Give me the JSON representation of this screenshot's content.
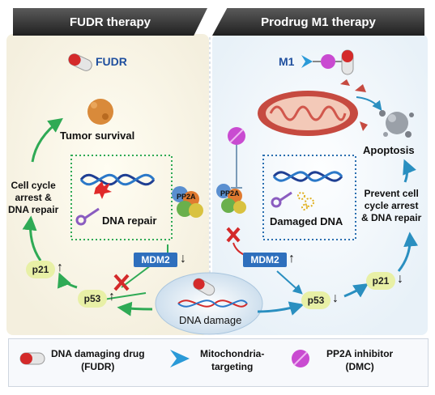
{
  "banners": {
    "left": "FUDR therapy",
    "right": "Prodrug M1 therapy"
  },
  "left_panel": {
    "drug_label": "FUDR",
    "tumor_survival": "Tumor survival",
    "cell_cycle": [
      "Cell cycle",
      "arrest &",
      "DNA repair"
    ],
    "dna_repair": "DNA repair",
    "pp2a": "PP2A",
    "mdm2": "MDM2",
    "mdm2_arrow": "↓",
    "p21": "p21",
    "p21_arrow": "↑",
    "p53": "p53",
    "p53_arrow": "↑"
  },
  "right_panel": {
    "drug_label": "M1",
    "apoptosis": "Apoptosis",
    "prevent": [
      "Prevent cell",
      "cycle arrest",
      "& DNA repair"
    ],
    "damaged_dna": "Damaged DNA",
    "pp2a": "PP2A",
    "mdm2": "MDM2",
    "mdm2_arrow": "↑",
    "p21": "p21",
    "p21_arrow": "↓",
    "p53": "p53",
    "p53_arrow": "↓"
  },
  "center": {
    "dna_damage": "DNA damage"
  },
  "legend": {
    "item1": [
      "DNA damaging drug",
      "(FUDR)"
    ],
    "item2": [
      "Mitochondria-",
      "targeting"
    ],
    "item3": [
      "PP2A inhibitor",
      "(DMC)"
    ]
  },
  "colors": {
    "red": "#d42a2a",
    "blue": "#2e6fbd",
    "green": "#2faa55",
    "teal": "#2a8fc0",
    "pill_yellow": "#e8f0a6",
    "magenta": "#c94bd1"
  }
}
